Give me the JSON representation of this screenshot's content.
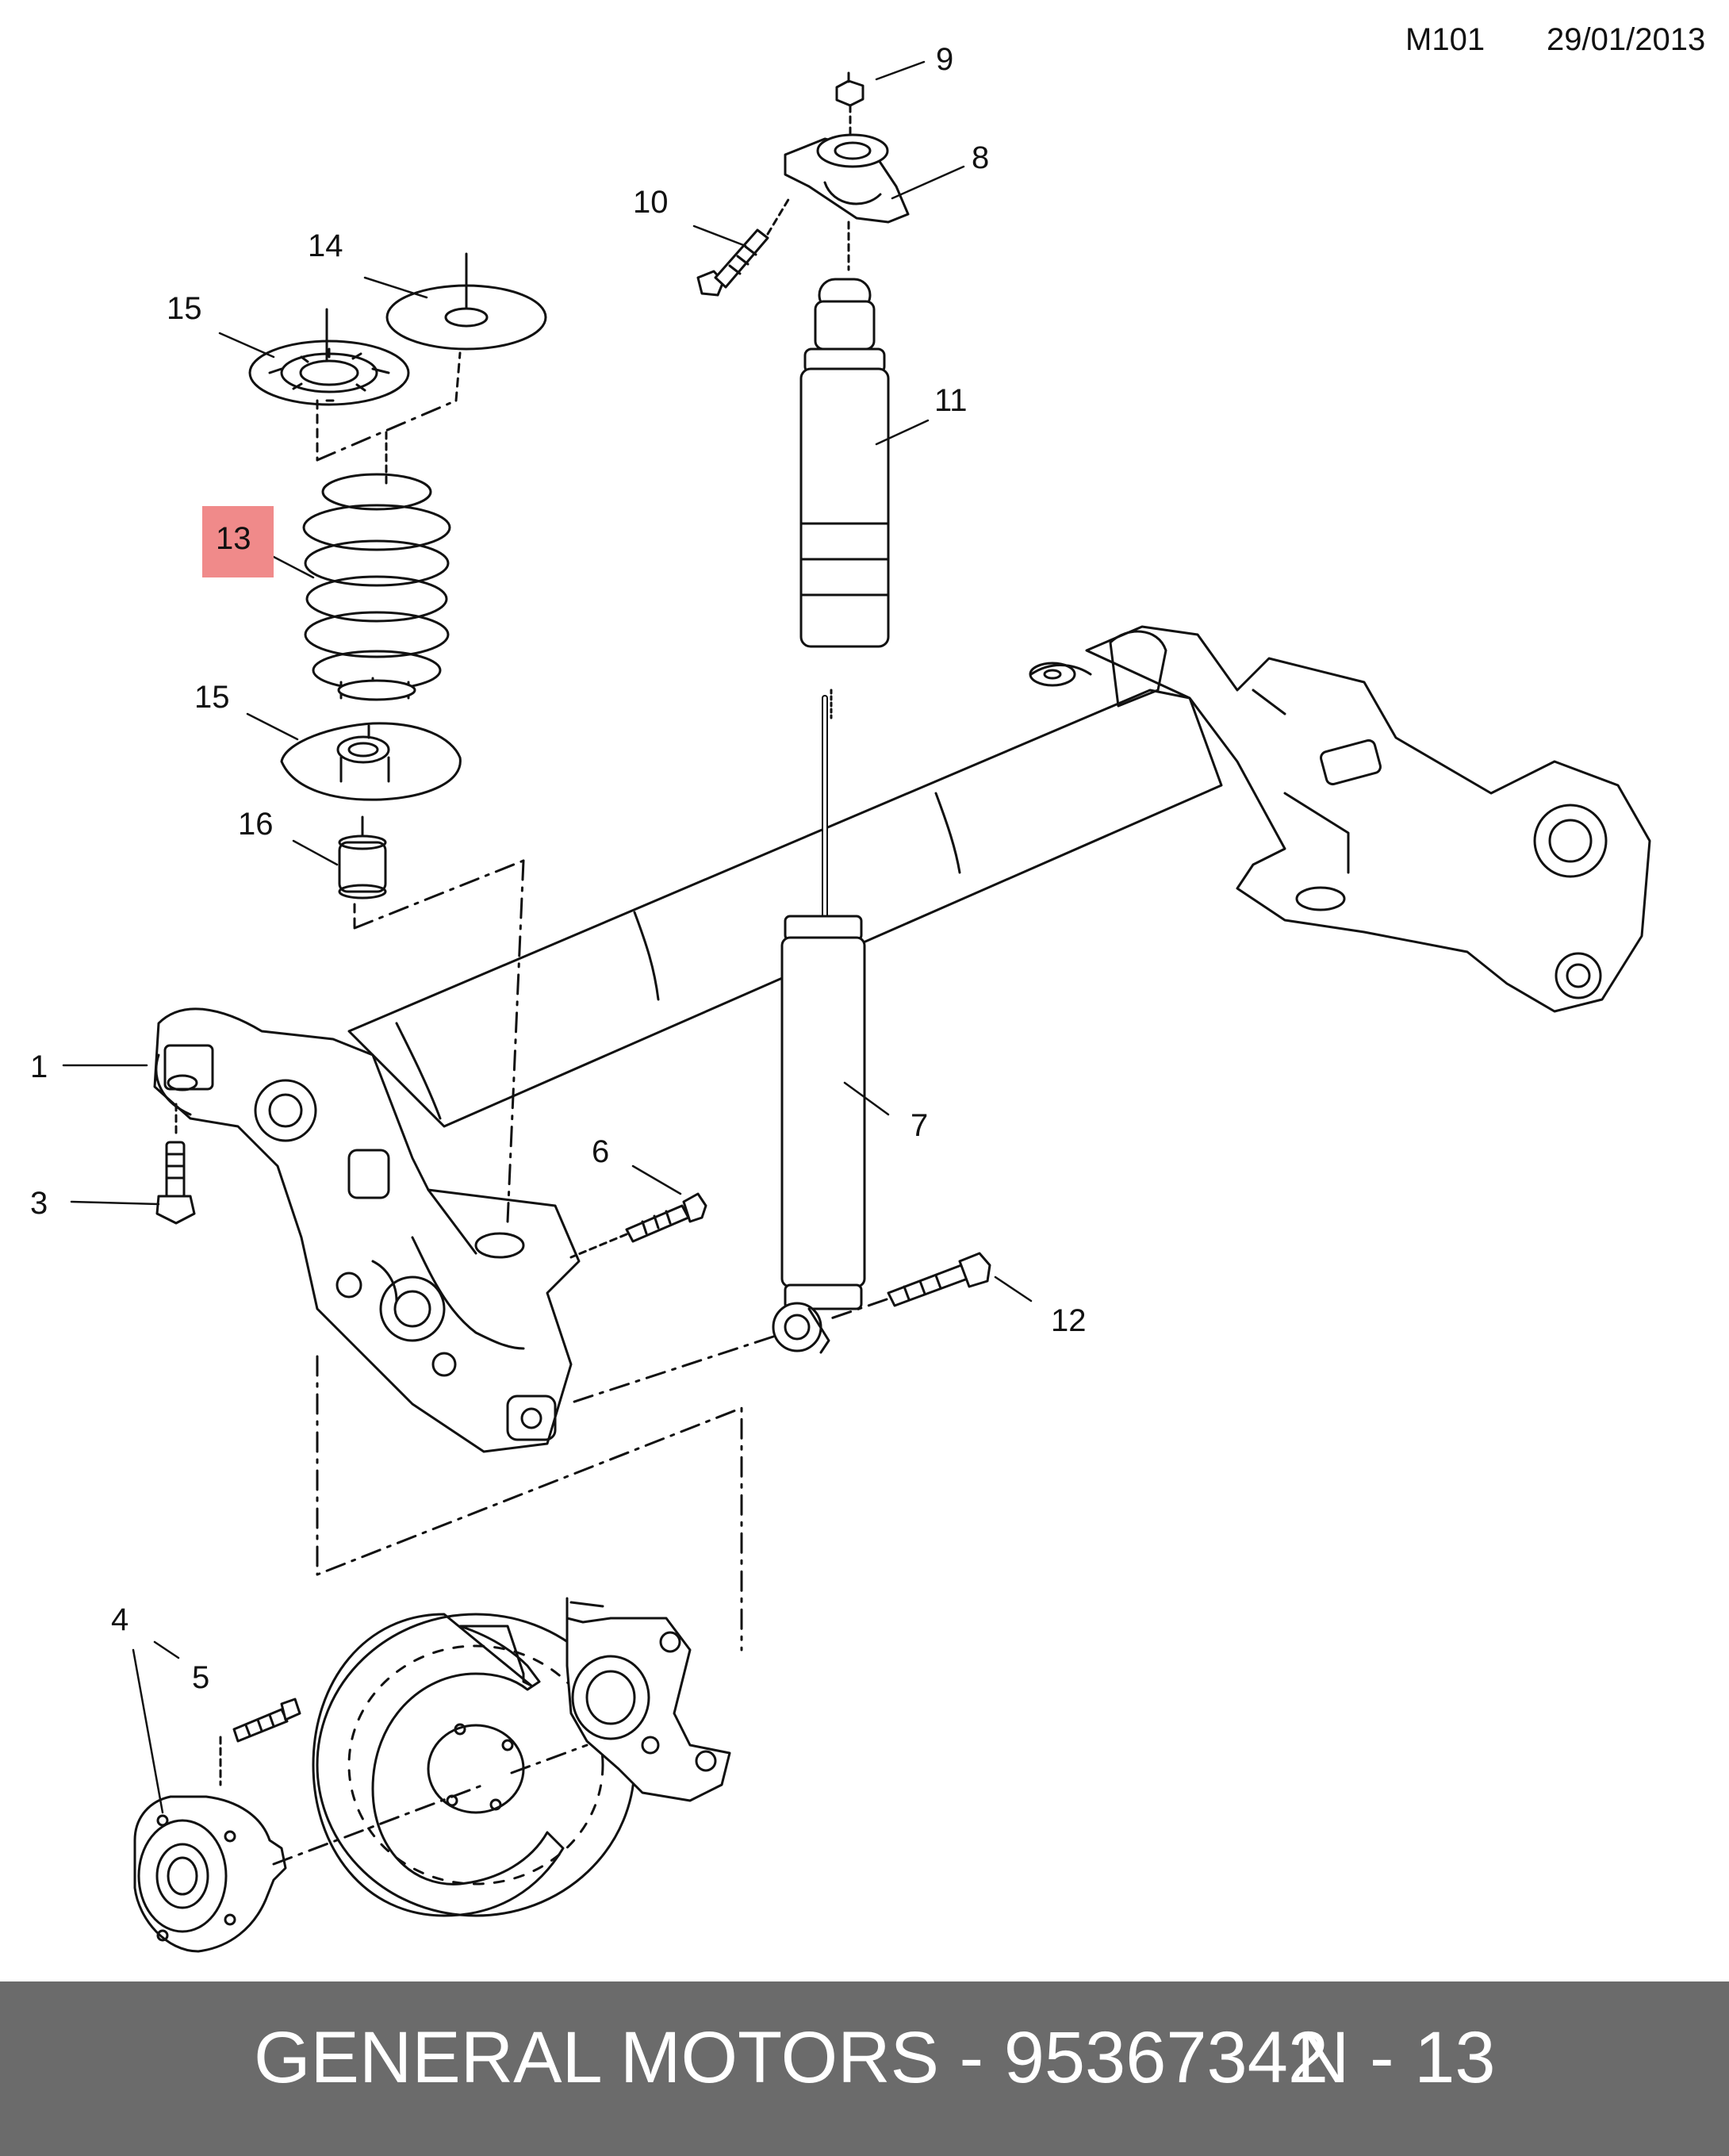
{
  "header": {
    "code": "M101",
    "date": "29/01/2013"
  },
  "callouts": [
    "1",
    "3",
    "4",
    "5",
    "6",
    "7",
    "8",
    "9",
    "10",
    "11",
    "12",
    "13",
    "14",
    "15",
    "15",
    "16"
  ],
  "highlighted_callout": "13",
  "highlight_color": "#f08a8a",
  "footer": {
    "brand_part": "GENERAL MOTORS - 95367342",
    "ref": "N - 13",
    "background": "#6b6b6b"
  }
}
